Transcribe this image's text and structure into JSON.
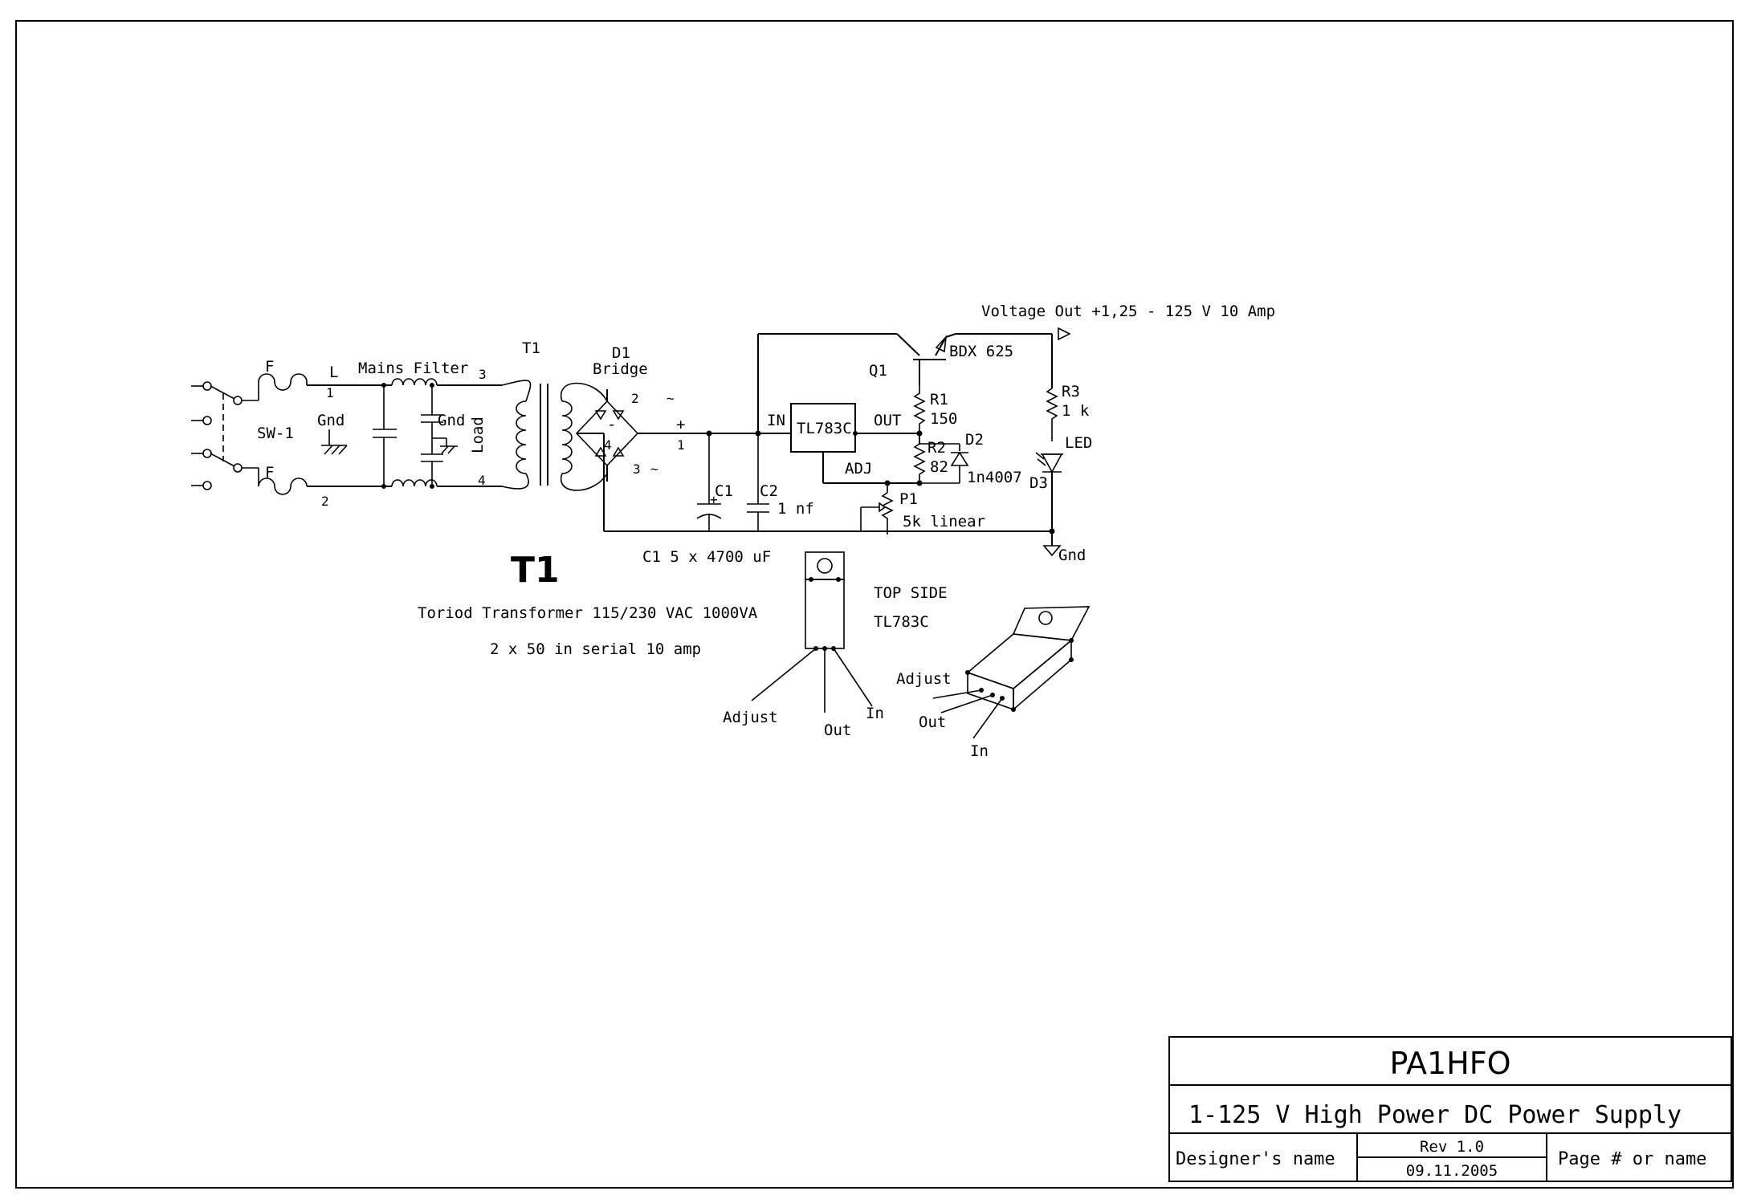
{
  "schematic": {
    "voltage_out": "Voltage Out +1,25 - 125 V 10 Amp",
    "fuse_label": "F",
    "switch_label": "SW-1",
    "line_label": "L",
    "pin_1": "1",
    "pin_2": "2",
    "pin_3": "3",
    "pin_4": "4",
    "gnd_label": "Gnd",
    "mains_filter": "Mains Filter",
    "load_label": "Load",
    "transformer_ref": "T1",
    "bridge_ref": "D1",
    "bridge_label": "Bridge",
    "bridge_plus": "+",
    "bridge_minus": "-",
    "bridge_ac": "~",
    "q1_ref": "Q1",
    "q1_part": "BDX 625",
    "ic_in": "IN",
    "ic_part": "TL783C",
    "ic_out": "OUT",
    "ic_adj": "ADJ",
    "r1_ref": "R1",
    "r1_value": "150",
    "r2_ref": "R2",
    "r2_value": "82",
    "d2_ref": "D2",
    "d2_part": "1n4007",
    "r3_ref": "R3",
    "r3_value": "1 k",
    "led_label": "LED",
    "d3_ref": "D3",
    "c1_ref": "C1",
    "c1_plus": "+",
    "c2_ref": "C2",
    "c2_value": "1 nf",
    "p1_ref": "P1",
    "p1_value": "5k linear",
    "c1_value": "C1 5 x 4700 uF",
    "t1_big": "T1",
    "transformer_desc": "Toriod Transformer 115/230 VAC 1000VA",
    "transformer_desc2": "2 x 50 in serial 10 amp"
  },
  "package": {
    "top_side": "TOP SIDE",
    "part": "TL783C",
    "adjust": "Adjust",
    "out": "Out",
    "in": "In"
  },
  "title_block": {
    "company": "PA1HFO",
    "title": "1-125 V High Power DC Power Supply",
    "designer": "Designer's name",
    "rev": "Rev 1.0",
    "date": "09.11.2005",
    "page": "Page # or name"
  }
}
